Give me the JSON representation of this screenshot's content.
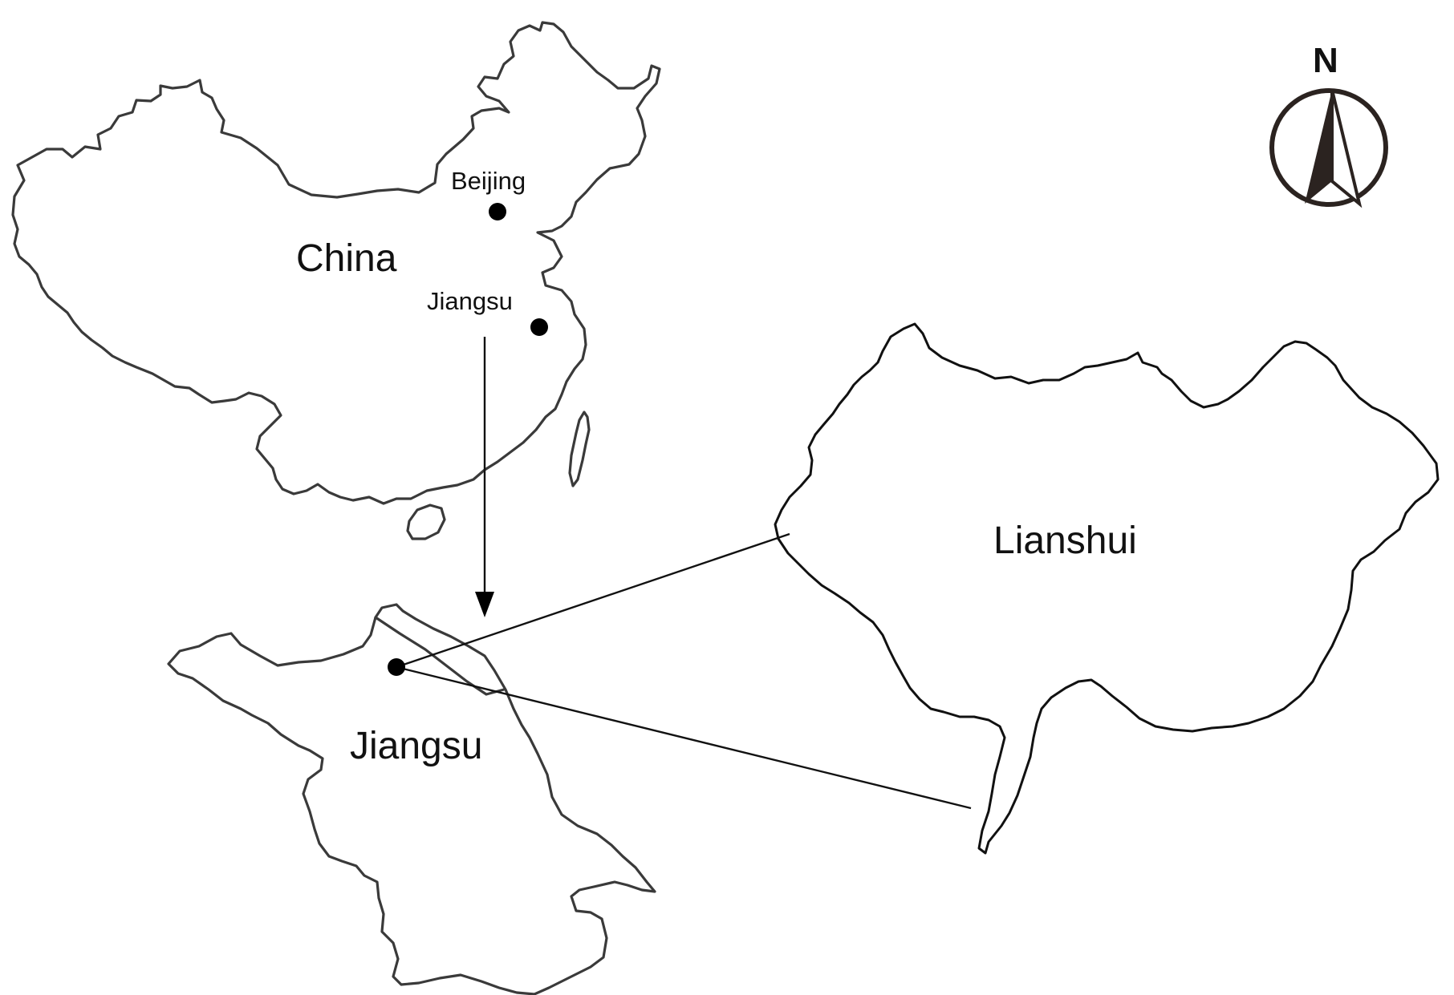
{
  "map": {
    "north_label": "N",
    "labels": {
      "china": "China",
      "beijing": "Beijing",
      "jiangsu_point": "Jiangsu",
      "jiangsu_region": "Jiangsu",
      "lianshui": "Lianshui"
    },
    "colors": {
      "outline": "#3a3a3a",
      "compass": "#2b2320",
      "point": "#000000",
      "background": "#ffffff"
    },
    "icons": {
      "compass": "north-arrow-icon"
    }
  }
}
